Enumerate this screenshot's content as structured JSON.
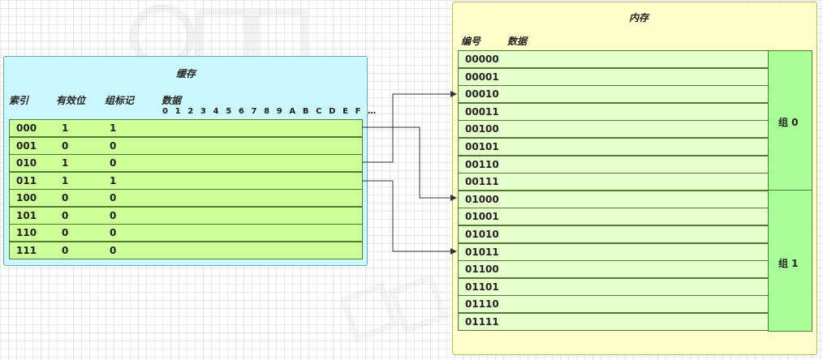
{
  "cache": {
    "title": "缓存",
    "headers": {
      "index": "索引",
      "valid": "有效位",
      "tag": "组标记",
      "data": "数据"
    },
    "data_bits": "0 1 2 3 4 5 6 7 8 9 A B C D E F …",
    "rows": [
      {
        "index": "000",
        "valid": "1",
        "tag": "1"
      },
      {
        "index": "001",
        "valid": "0",
        "tag": "0"
      },
      {
        "index": "010",
        "valid": "1",
        "tag": "0"
      },
      {
        "index": "011",
        "valid": "1",
        "tag": "1"
      },
      {
        "index": "100",
        "valid": "0",
        "tag": "0"
      },
      {
        "index": "101",
        "valid": "0",
        "tag": "0"
      },
      {
        "index": "110",
        "valid": "0",
        "tag": "0"
      },
      {
        "index": "111",
        "valid": "0",
        "tag": "0"
      }
    ]
  },
  "memory": {
    "title": "内存",
    "headers": {
      "number": "编号",
      "data": "数据"
    },
    "rows": [
      "00000",
      "00001",
      "00010",
      "00011",
      "00100",
      "00101",
      "00110",
      "00111",
      "01000",
      "01001",
      "01010",
      "01011",
      "01100",
      "01101",
      "01110",
      "01111"
    ],
    "groups": [
      "组 0",
      "组 1"
    ]
  },
  "colors": {
    "cache_panel": "#ccf7ff",
    "memory_panel": "#ffffcc",
    "cache_row": "#ccff99",
    "memory_row": "#e6ffcc",
    "group_cell": "#a8ff99",
    "arrow": "#333333"
  }
}
